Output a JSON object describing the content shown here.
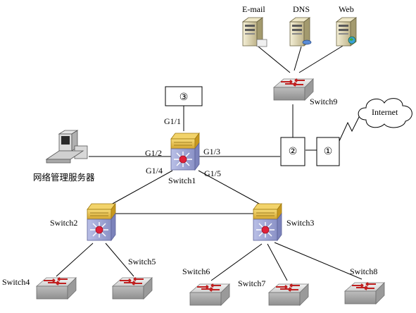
{
  "nodes": {
    "email": "E-mail",
    "dns": "DNS",
    "web": "Web",
    "switch9": "Switch9",
    "internet": "Internet",
    "box2": "②",
    "box1": "①",
    "box3": "③",
    "pc": "网络管理服务器",
    "switch1": "Switch1",
    "switch2": "Switch2",
    "switch3": "Switch3",
    "switch4": "Switch4",
    "switch5": "Switch5",
    "switch6": "Switch6",
    "switch7": "Switch7",
    "switch8": "Switch8"
  },
  "ports": {
    "g11": "G1/1",
    "g12": "G1/2",
    "g13": "G1/3",
    "g14": "G1/4",
    "g15": "G1/5"
  },
  "colors": {
    "core_top": "#e8c34a",
    "core_body": "#9ea6d6",
    "core_center": "#e0213a",
    "edge_switch_body": "#c9c9c9",
    "edge_switch_arrow": "#cc2020",
    "server_body": "#d8cfa8"
  },
  "icons": {
    "server": "server-icon",
    "core_switch": "layer3-switch-icon",
    "edge_switch": "workgroup-switch-icon",
    "cloud": "cloud-icon",
    "pc": "workstation-icon"
  }
}
